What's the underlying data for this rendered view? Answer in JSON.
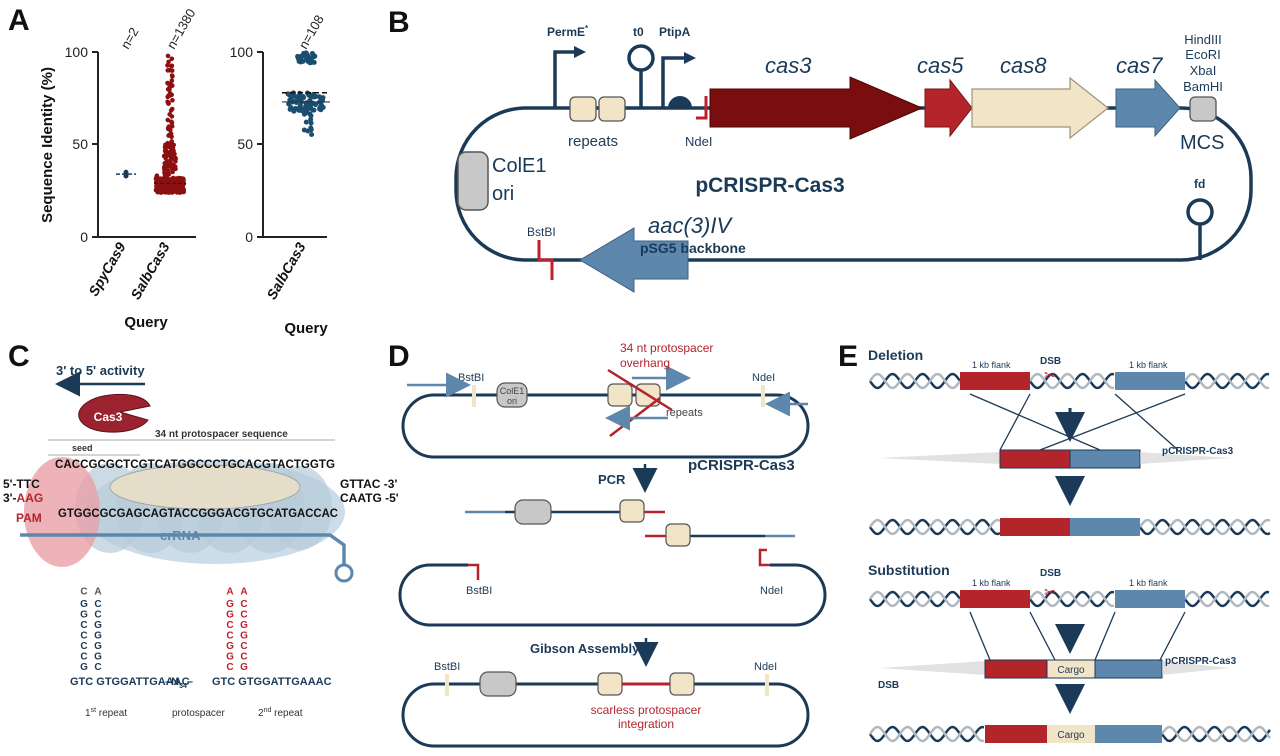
{
  "colors": {
    "navy": "#1b3a57",
    "darkred": "#7a0d0d",
    "red": "#b3242b",
    "steel": "#5d87ad",
    "beige": "#f2e4c6",
    "grey": "#c8c8c8"
  },
  "panelA": {
    "letter": "A",
    "ylabel": "Sequence Identity (%)",
    "xlabel": "Query",
    "ticks": [
      "100",
      "50",
      "0"
    ],
    "labels": [
      "SpyCas9",
      "SalbCas3",
      "SalbCas3"
    ],
    "counts": [
      "n=2",
      "n=1380",
      "n=108"
    ],
    "chart_data": [
      {
        "type": "scatter",
        "categories": [
          "SpyCas9",
          "SalbCas3"
        ],
        "ylim": [
          0,
          100
        ],
        "ylabel": "Sequence Identity (%)",
        "xlabel": "Query",
        "series": [
          {
            "category": "SpyCas9",
            "n": 2,
            "median": 34,
            "values": [
              33,
              35
            ]
          },
          {
            "category": "SalbCas3",
            "n": 1380,
            "median": 29,
            "min": 24,
            "max": 100
          }
        ]
      },
      {
        "type": "scatter",
        "categories": [
          "SalbCas3"
        ],
        "ylim": [
          0,
          100
        ],
        "xlabel": "Query",
        "series": [
          {
            "category": "SalbCas3",
            "n": 108,
            "median": 73,
            "mean_dashed": 78,
            "min": 55,
            "max": 100
          }
        ]
      }
    ]
  },
  "panelB": {
    "letter": "B",
    "permE": "PermE",
    "permE_sup": "*",
    "t0": "t0",
    "ptipA": "PtipA",
    "repeats": "repeats",
    "ndeI": "NdeI",
    "cas3": "cas3",
    "cas5": "cas5",
    "cas8": "cas8",
    "cas7": "cas7",
    "sites": [
      "HindIII",
      "EcoRI",
      "XbaI",
      "BamHI"
    ],
    "mcs": "MCS",
    "colE1": "ColE1",
    "ori": "ori",
    "title": "pCRISPR-Cas3",
    "fd": "fd",
    "bstBI": "BstBI",
    "aac": "aac(3)IV",
    "backbone": "pSG5 backbone"
  },
  "panelC": {
    "letter": "C",
    "activity": "3' to 5' activity",
    "cas3": "Cas3",
    "seed": "seed",
    "protospacer": "34 nt protospacer sequence",
    "top_seq": "CACCGCGCTCGTCATGGCCCTGCACGTACTGGTG",
    "bottom_seq": "GTGGCGCGAGCAGTACCGGGACGTGCATGACCAC",
    "left_top": "5'-TTC",
    "left_bottom_prefix": "3'-",
    "left_bottom_pam": "AAG",
    "right_top": "GTTAC -3'",
    "right_bottom": "CAATG -5'",
    "pam": "PAM",
    "crRNA": "crRNA",
    "hairpin1_stem": [
      "G",
      "C",
      "C",
      "C",
      "C",
      "G",
      "G"
    ],
    "hairpin1_stem_r": [
      "C",
      "G",
      "G",
      "G",
      "G",
      "C",
      "C"
    ],
    "hairpin1_loop": [
      "C",
      "A"
    ],
    "hairpin2_stem": [
      "C",
      "G",
      "G",
      "C",
      "C",
      "G",
      "G"
    ],
    "hairpin2_stem_r": [
      "G",
      "C",
      "C",
      "G",
      "G",
      "C",
      "C"
    ],
    "hairpin2_loop": [
      "A",
      "A"
    ],
    "repeat_line_1": "GTC GTGGATTGAAAC",
    "n34": "N",
    "n34_sub": "34",
    "repeat_line_2": "GTC GTGGATTGAAAC",
    "label_first": "1",
    "label_first_sup": "st",
    "label_first_rest": " repeat",
    "label_proto": "protospacer",
    "label_second": "2",
    "label_second_sup": "nd",
    "label_second_rest": " repeat"
  },
  "panelD": {
    "letter": "D",
    "overhang1": "34 nt protospacer",
    "overhang2": "overhang",
    "bstBI": "BstBI",
    "ndeI": "NdeI",
    "colE1": "ColE1",
    "ori": "ori",
    "repeats": "repeats",
    "plasmid": "pCRISPR-Cas3",
    "pcr": "PCR",
    "gibson": "Gibson Assembly",
    "scarless1": "scarless protospacer",
    "scarless2": "integration"
  },
  "panelE": {
    "letter": "E",
    "deletion": "Deletion",
    "substitution": "Substitution",
    "dsb": "DSB",
    "flank": "1 kb flank",
    "plasmid": "pCRISPR-Cas3",
    "cargo": "Cargo"
  }
}
